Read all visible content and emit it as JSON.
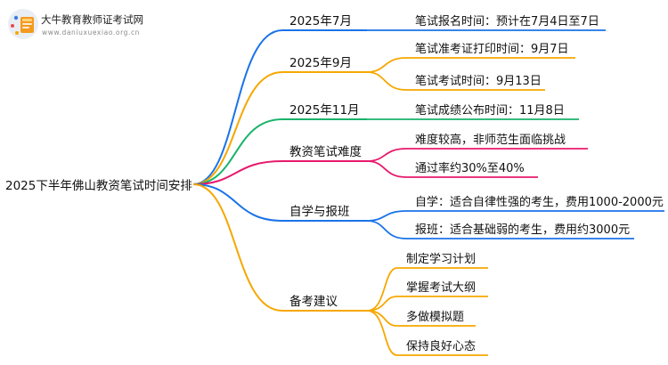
{
  "logo": {
    "title": "大牛教育教师证考试网",
    "url": "www.daniuxuexiao.org.cn"
  },
  "mindmap": {
    "root": "2025下半年佛山教资笔试时间安排",
    "branches": [
      {
        "id": "b1",
        "color": "#1a73e8",
        "label": "2025年7月",
        "leaves": [
          {
            "label": "笔试报名时间：预计在7月4日至7日"
          }
        ]
      },
      {
        "id": "b2",
        "color": "#f6a700",
        "label": "2025年9月",
        "leaves": [
          {
            "label": "笔试准考证打印时间：9月7日"
          },
          {
            "label": "笔试考试时间：9月13日"
          }
        ]
      },
      {
        "id": "b3",
        "color": "#19b36b",
        "label": "2025年11月",
        "leaves": [
          {
            "label": "笔试成绩公布时间：11月8日"
          }
        ]
      },
      {
        "id": "b4",
        "color": "#e8196c",
        "label": "教资笔试难度",
        "leaves": [
          {
            "label": "难度较高，非师范生面临挑战"
          },
          {
            "label": "通过率约30%至40%"
          }
        ]
      },
      {
        "id": "b5",
        "color": "#1a73e8",
        "label": "自学与报班",
        "leaves": [
          {
            "label": "自学：适合自律性强的考生，费用1000-2000元"
          },
          {
            "label": "报班：适合基础弱的考生，费用约3000元"
          }
        ]
      },
      {
        "id": "b6",
        "color": "#f6a700",
        "label": "备考建议",
        "leaves": [
          {
            "label": "制定学习计划"
          },
          {
            "label": "掌握考试大纲"
          },
          {
            "label": "多做模拟题"
          },
          {
            "label": "保持良好心态"
          }
        ]
      }
    ]
  }
}
